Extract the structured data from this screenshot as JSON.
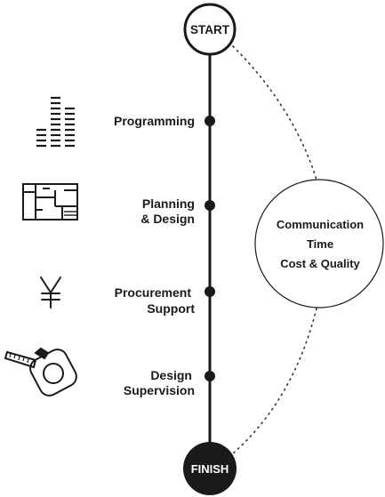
{
  "start_label": "START",
  "finish_label": "FINISH",
  "steps": [
    {
      "line1": "Programming",
      "line2": "",
      "icon": "bar-chart-icon"
    },
    {
      "line1": "Planning",
      "line2": "& Design",
      "icon": "floor-plan-icon"
    },
    {
      "line1": "Procurement",
      "line2": "Support",
      "icon": "yen-icon"
    },
    {
      "line1": "Design",
      "line2": "Supervision",
      "icon": "tape-measure-icon"
    }
  ],
  "side_circle": {
    "lines": [
      "Communication",
      "Time",
      "Cost & Quality"
    ]
  },
  "colors": {
    "line": "#1a1a1a",
    "finish_fill": "#1a1a1a",
    "finish_text": "#ffffff"
  }
}
